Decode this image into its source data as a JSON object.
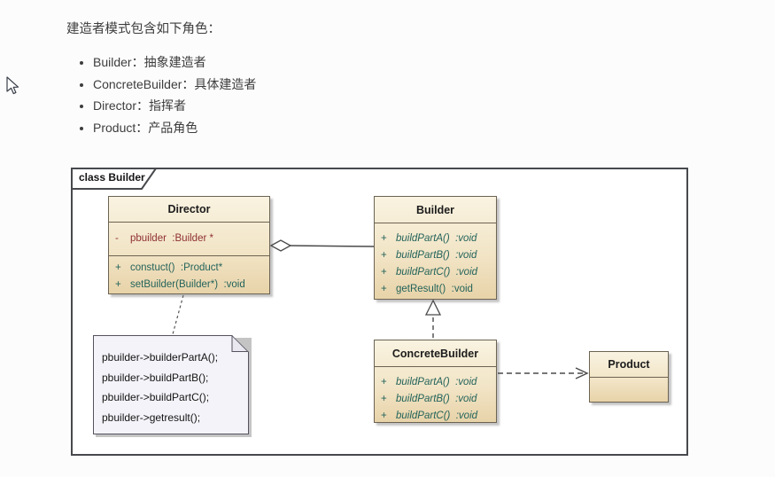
{
  "intro": {
    "heading": "建造者模式包含如下角色："
  },
  "roles": [
    {
      "label": "Builder：抽象建造者"
    },
    {
      "label": "ConcreteBuilder：具体建造者"
    },
    {
      "label": "Director：指挥者"
    },
    {
      "label": "Product：产品角色"
    }
  ],
  "diagram": {
    "frame_label": "class Builder",
    "director": {
      "name": "Director",
      "attributes": [
        {
          "vis": "-",
          "sig": "pbuilder  :Builder *"
        }
      ],
      "operations": [
        {
          "vis": "+",
          "sig": "constuct()  :Product*"
        },
        {
          "vis": "+",
          "sig": "setBuilder(Builder*)  :void"
        }
      ]
    },
    "builder": {
      "name": "Builder",
      "operations": [
        {
          "vis": "+",
          "sig": "buildPartA()  :void"
        },
        {
          "vis": "+",
          "sig": "buildPartB()  :void"
        },
        {
          "vis": "+",
          "sig": "buildPartC()  :void"
        },
        {
          "vis": "+",
          "sig": "getResult()  :void"
        }
      ]
    },
    "concrete_builder": {
      "name": "ConcreteBuilder",
      "operations": [
        {
          "vis": "+",
          "sig": "buildPartA()  :void"
        },
        {
          "vis": "+",
          "sig": "buildPartB()  :void"
        },
        {
          "vis": "+",
          "sig": "buildPartC()  :void"
        }
      ]
    },
    "product": {
      "name": "Product"
    },
    "note_lines": [
      "pbuilder->builderPartA();",
      "pbuilder->buildPartB();",
      "pbuilder->buildPartC();",
      "pbuilder->getresult();"
    ],
    "relationships": {
      "aggregation": "Director ◇— Builder",
      "realization": "ConcreteBuilder ▷ Builder",
      "dependency": "ConcreteBuilder ⇢ Product"
    },
    "colors": {
      "attribute_text": "#8e2f33",
      "operation_text": "#23635a",
      "box_fill_top": "#f9f3e1",
      "box_fill_bottom": "#e8d3a9",
      "box_border": "#6c6353",
      "note_fill": "#f4f3f9",
      "frame_border": "#47494d"
    }
  }
}
